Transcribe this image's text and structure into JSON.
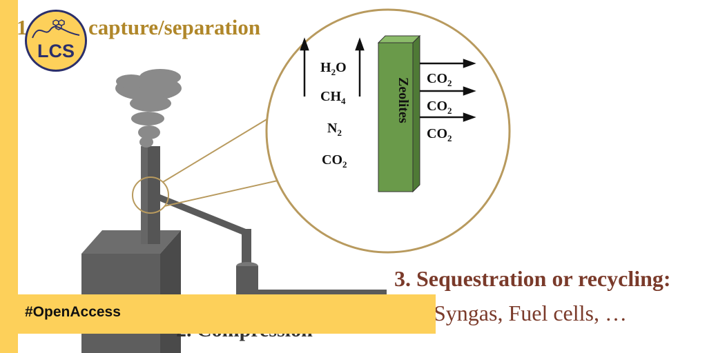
{
  "heading": {
    "number": "1",
    "text": "capture/separation"
  },
  "logo": {
    "text": "LCS"
  },
  "inset": {
    "gases": [
      {
        "base": "H",
        "sub": "2",
        "tail": "O"
      },
      {
        "base": "CH",
        "sub": "4",
        "tail": ""
      },
      {
        "base": "N",
        "sub": "2",
        "tail": ""
      },
      {
        "base": "CO",
        "sub": "2",
        "tail": ""
      }
    ],
    "membrane_label": "Zeolites",
    "outputs": [
      {
        "base": "CO",
        "sub": "2"
      },
      {
        "base": "CO",
        "sub": "2"
      },
      {
        "base": "CO",
        "sub": "2"
      }
    ]
  },
  "steps": {
    "step2": "2. Compression",
    "step3": "3. Sequestration or recycling:",
    "step3_sub": "Syngas, Fuel cells, …"
  },
  "banner": {
    "text": "#OpenAccess"
  },
  "colors": {
    "accent": "#fdd05a",
    "heading": "#b0872a",
    "step3": "#7a3a2a",
    "zeolite": "#6a9a4a",
    "circle": "#b89a5e"
  }
}
